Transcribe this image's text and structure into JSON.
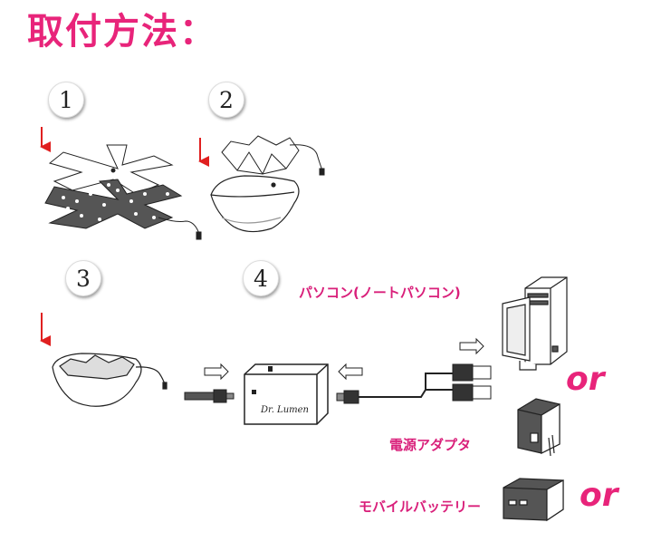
{
  "title": "取付方法：",
  "steps": [
    "1",
    "2",
    "3",
    "4"
  ],
  "labels": {
    "pc": "パソコン(ノートパソコン)",
    "adapter": "電源アダプタ",
    "battery": "モバイルバッテリー"
  },
  "or_text": "or",
  "device_brand": "Dr. Lumen"
}
